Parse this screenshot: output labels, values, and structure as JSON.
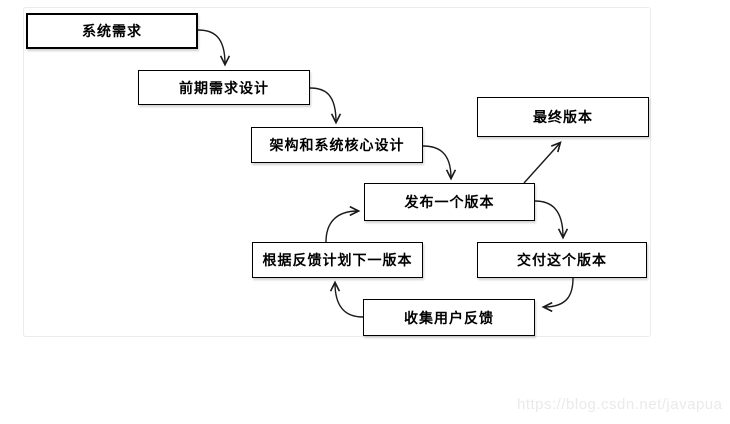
{
  "nodes": {
    "system_requirements": {
      "label": "系统需求"
    },
    "early_requirements_design": {
      "label": "前期需求设计"
    },
    "architecture_core_design": {
      "label": "架构和系统核心设计"
    },
    "release_version": {
      "label": "发布一个版本"
    },
    "final_version": {
      "label": "最终版本"
    },
    "deliver_version": {
      "label": "交付这个版本"
    },
    "plan_next_version": {
      "label": "根据反馈计划下一版本"
    },
    "collect_feedback": {
      "label": "收集用户反馈"
    }
  },
  "edges": [
    {
      "from": "system_requirements",
      "to": "early_requirements_design"
    },
    {
      "from": "early_requirements_design",
      "to": "architecture_core_design"
    },
    {
      "from": "architecture_core_design",
      "to": "release_version"
    },
    {
      "from": "release_version",
      "to": "final_version"
    },
    {
      "from": "release_version",
      "to": "deliver_version"
    },
    {
      "from": "deliver_version",
      "to": "collect_feedback"
    },
    {
      "from": "collect_feedback",
      "to": "plan_next_version"
    },
    {
      "from": "plan_next_version",
      "to": "release_version"
    }
  ],
  "watermark": {
    "text": "https://blog.csdn.net/javapua"
  },
  "colors": {
    "background": "#ffffff",
    "box_fill": "#ffffff",
    "box_border": "#000000",
    "frame_border": "#ececec",
    "arrow": "#1a1a1a",
    "watermark": "#eaeaea"
  }
}
